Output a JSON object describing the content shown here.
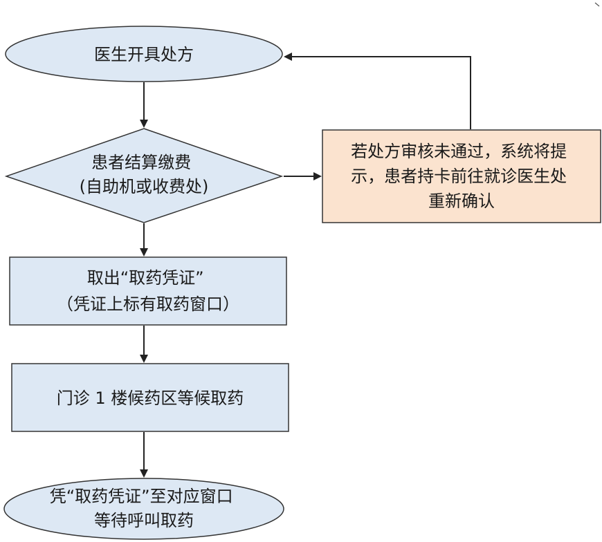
{
  "colors": {
    "blue_fill": "#dde8f4",
    "peach_fill": "#fbe3cf",
    "stroke": "#333333",
    "text": "#1a1a1a"
  },
  "nodes": {
    "start": {
      "lines": [
        "医生开具处方"
      ]
    },
    "payment": {
      "lines": [
        "患者结算缴费",
        "(自助机或收费处)"
      ]
    },
    "rejected": {
      "lines": [
        "若处方审核未通过，系统将提",
        "示，患者持卡前往就诊医生处",
        "重新确认"
      ]
    },
    "voucher": {
      "lines": [
        "取出“取药凭证”",
        "（凭证上标有取药窗口）"
      ]
    },
    "waiting": {
      "lines": [
        "门诊 1 楼候药区等候取药"
      ]
    },
    "end": {
      "lines": [
        "凭“取药凭证”至对应窗口",
        "等待呼叫取药"
      ]
    }
  }
}
